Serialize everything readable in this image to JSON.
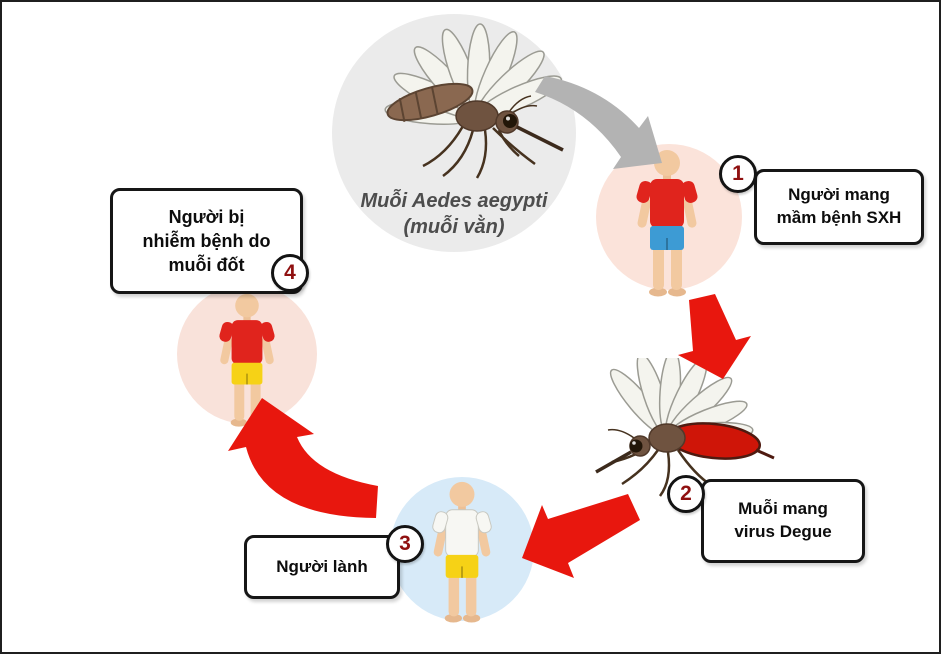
{
  "diagram": {
    "mosquito_caption": {
      "line1": "Muỗi Aedes aegypti",
      "line2": "(muỗi vằn)"
    },
    "steps": [
      {
        "number": "1",
        "label": "Người mang\nmầm bệnh SXH"
      },
      {
        "number": "2",
        "label": "Muỗi mang\nvirus Degue"
      },
      {
        "number": "3",
        "label": "Người lành"
      },
      {
        "number": "4",
        "label": "Người bị\nnhiễm bệnh do\nmuỗi đốt"
      }
    ]
  },
  "colors": {
    "arrow_red": "#e8170e",
    "arrow_gray": "#b3b3b3",
    "badge_number": "#8f1010",
    "box_border": "#161616",
    "stage_circle_gray": "#ebebeb",
    "stage_circle_pink": "#fbe3da",
    "stage_circle_blue": "#d7eaf8",
    "skin": "#f2c9a0",
    "shirt_red": "#e0241d",
    "shirt_white": "#f7f7f3",
    "shorts_blue": "#3d9bd4",
    "shorts_yellow": "#f6d216",
    "mosquito_body": "#6f5340",
    "mosquito_wing": "#f4f4ee",
    "engorged_blood_red": "#cf1508"
  }
}
